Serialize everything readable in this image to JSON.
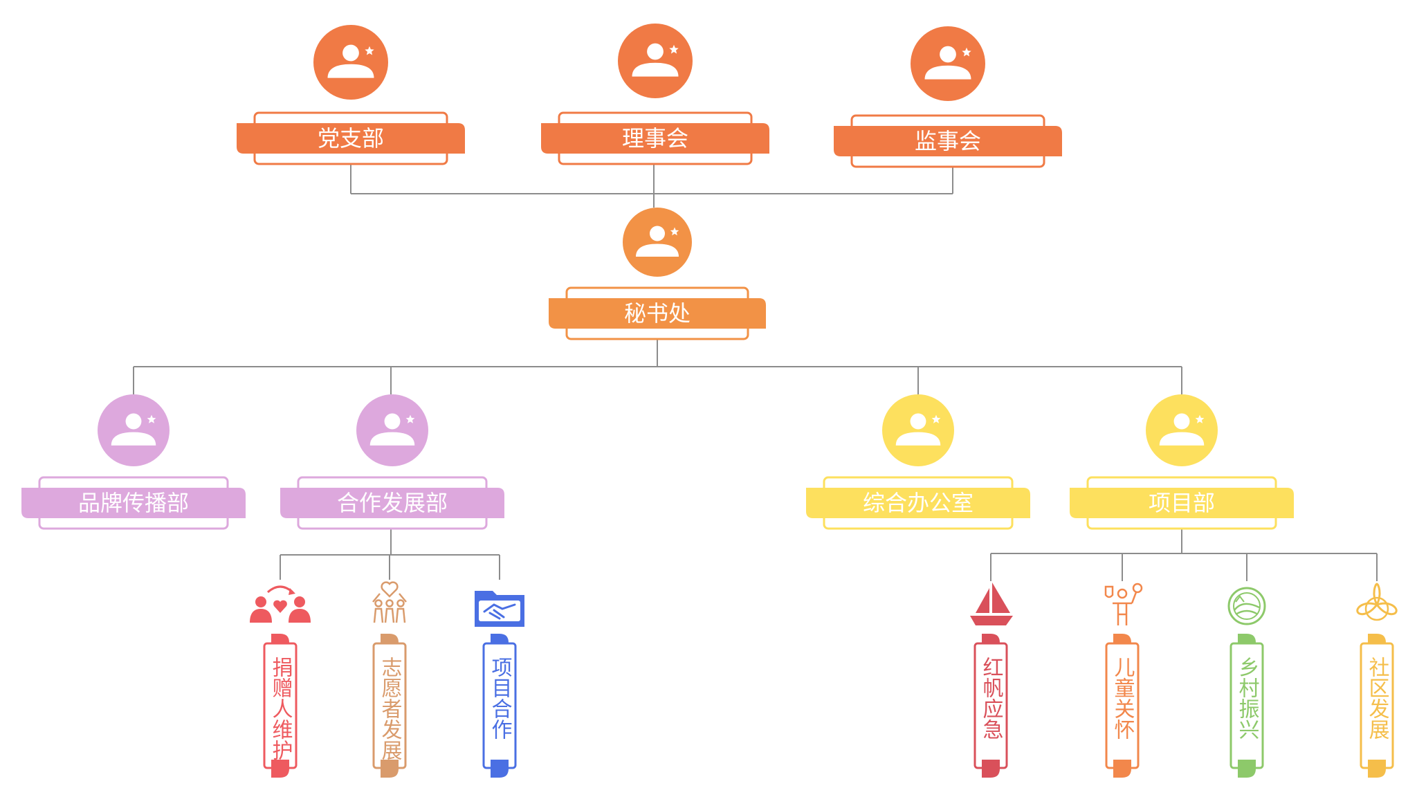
{
  "top_units": [
    {
      "label": "党支部",
      "color": "#F07A45"
    },
    {
      "label": "理事会",
      "color": "#F07A45"
    },
    {
      "label": "监事会",
      "color": "#F07A45"
    }
  ],
  "secretariat": {
    "label": "秘书处",
    "color": "#F29246"
  },
  "departments": [
    {
      "label": "品牌传播部",
      "color": "#DDA8DD"
    },
    {
      "label": "合作发展部",
      "color": "#DDA8DD"
    },
    {
      "label": "综合办公室",
      "color": "#FDE05E"
    },
    {
      "label": "项目部",
      "color": "#FDE05E"
    }
  ],
  "cooperation_items": [
    {
      "label": "捐赠人维护",
      "icon": "donor-care-icon",
      "color": "#EE5A5F"
    },
    {
      "label": "志愿者发展",
      "icon": "volunteer-icon",
      "color": "#D99B6C"
    },
    {
      "label": "项目合作",
      "icon": "handshake-icon",
      "color": "#4A6FE3"
    }
  ],
  "project_items": [
    {
      "label": "红帆应急",
      "icon": "sailboat-icon",
      "color": "#D9505A"
    },
    {
      "label": "儿童关怀",
      "icon": "child-care-icon",
      "color": "#F2874B"
    },
    {
      "label": "乡村振兴",
      "icon": "village-icon",
      "color": "#8DC96A"
    },
    {
      "label": "社区发展",
      "icon": "community-icon",
      "color": "#F5BE4A"
    }
  ]
}
